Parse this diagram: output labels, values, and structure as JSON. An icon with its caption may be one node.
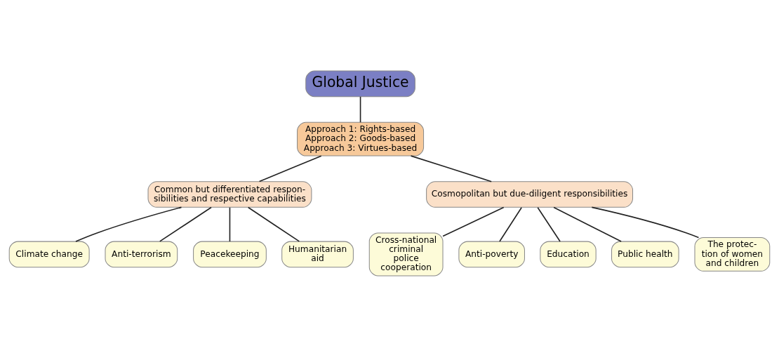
{
  "diagram": {
    "nodes": [
      {
        "text": [
          "Global Justice"
        ]
      },
      {
        "text": [
          "Approach 1: Rights-based",
          "Approach 2: Goods-based",
          "Approach 3: Virtues-based"
        ]
      },
      {
        "text": [
          "Common but differentiated respon- sibilities and respective capabilities"
        ]
      },
      {
        "text": [
          "Cosmopolitan but due-diligent responsibilities"
        ]
      },
      {
        "text": [
          "Climate change"
        ]
      },
      {
        "text": [
          "Anti-terrorism"
        ]
      },
      {
        "text": [
          "Peacekeeping"
        ]
      },
      {
        "text": [
          "Humanitarian aid"
        ]
      },
      {
        "text": [
          "Cross-national criminal police cooperation"
        ]
      },
      {
        "text": [
          "Anti-poverty"
        ]
      },
      {
        "text": [
          "Education"
        ]
      },
      {
        "text": [
          "Public health"
        ]
      },
      {
        "text": [
          "The protec- tion of women and children"
        ]
      }
    ],
    "edges": [
      {
        "from": 0,
        "to": 1,
        "arrow": "none"
      },
      {
        "from": 1,
        "to": 2,
        "arrow": "none"
      },
      {
        "from": 1,
        "to": 3,
        "arrow": "none"
      },
      {
        "from": 2,
        "to": 4,
        "arrow": "none"
      },
      {
        "from": 2,
        "to": 5,
        "arrow": "none"
      },
      {
        "from": 2,
        "to": 6,
        "arrow": "none"
      },
      {
        "from": 2,
        "to": 7,
        "arrow": "none"
      },
      {
        "from": 3,
        "to": 8,
        "arrow": "none"
      },
      {
        "from": 3,
        "to": 9,
        "arrow": "none"
      },
      {
        "from": 3,
        "to": 10,
        "arrow": "none"
      },
      {
        "from": 3,
        "to": 11,
        "arrow": "none"
      },
      {
        "from": 3,
        "to": 12,
        "arrow": "none"
      }
    ]
  }
}
